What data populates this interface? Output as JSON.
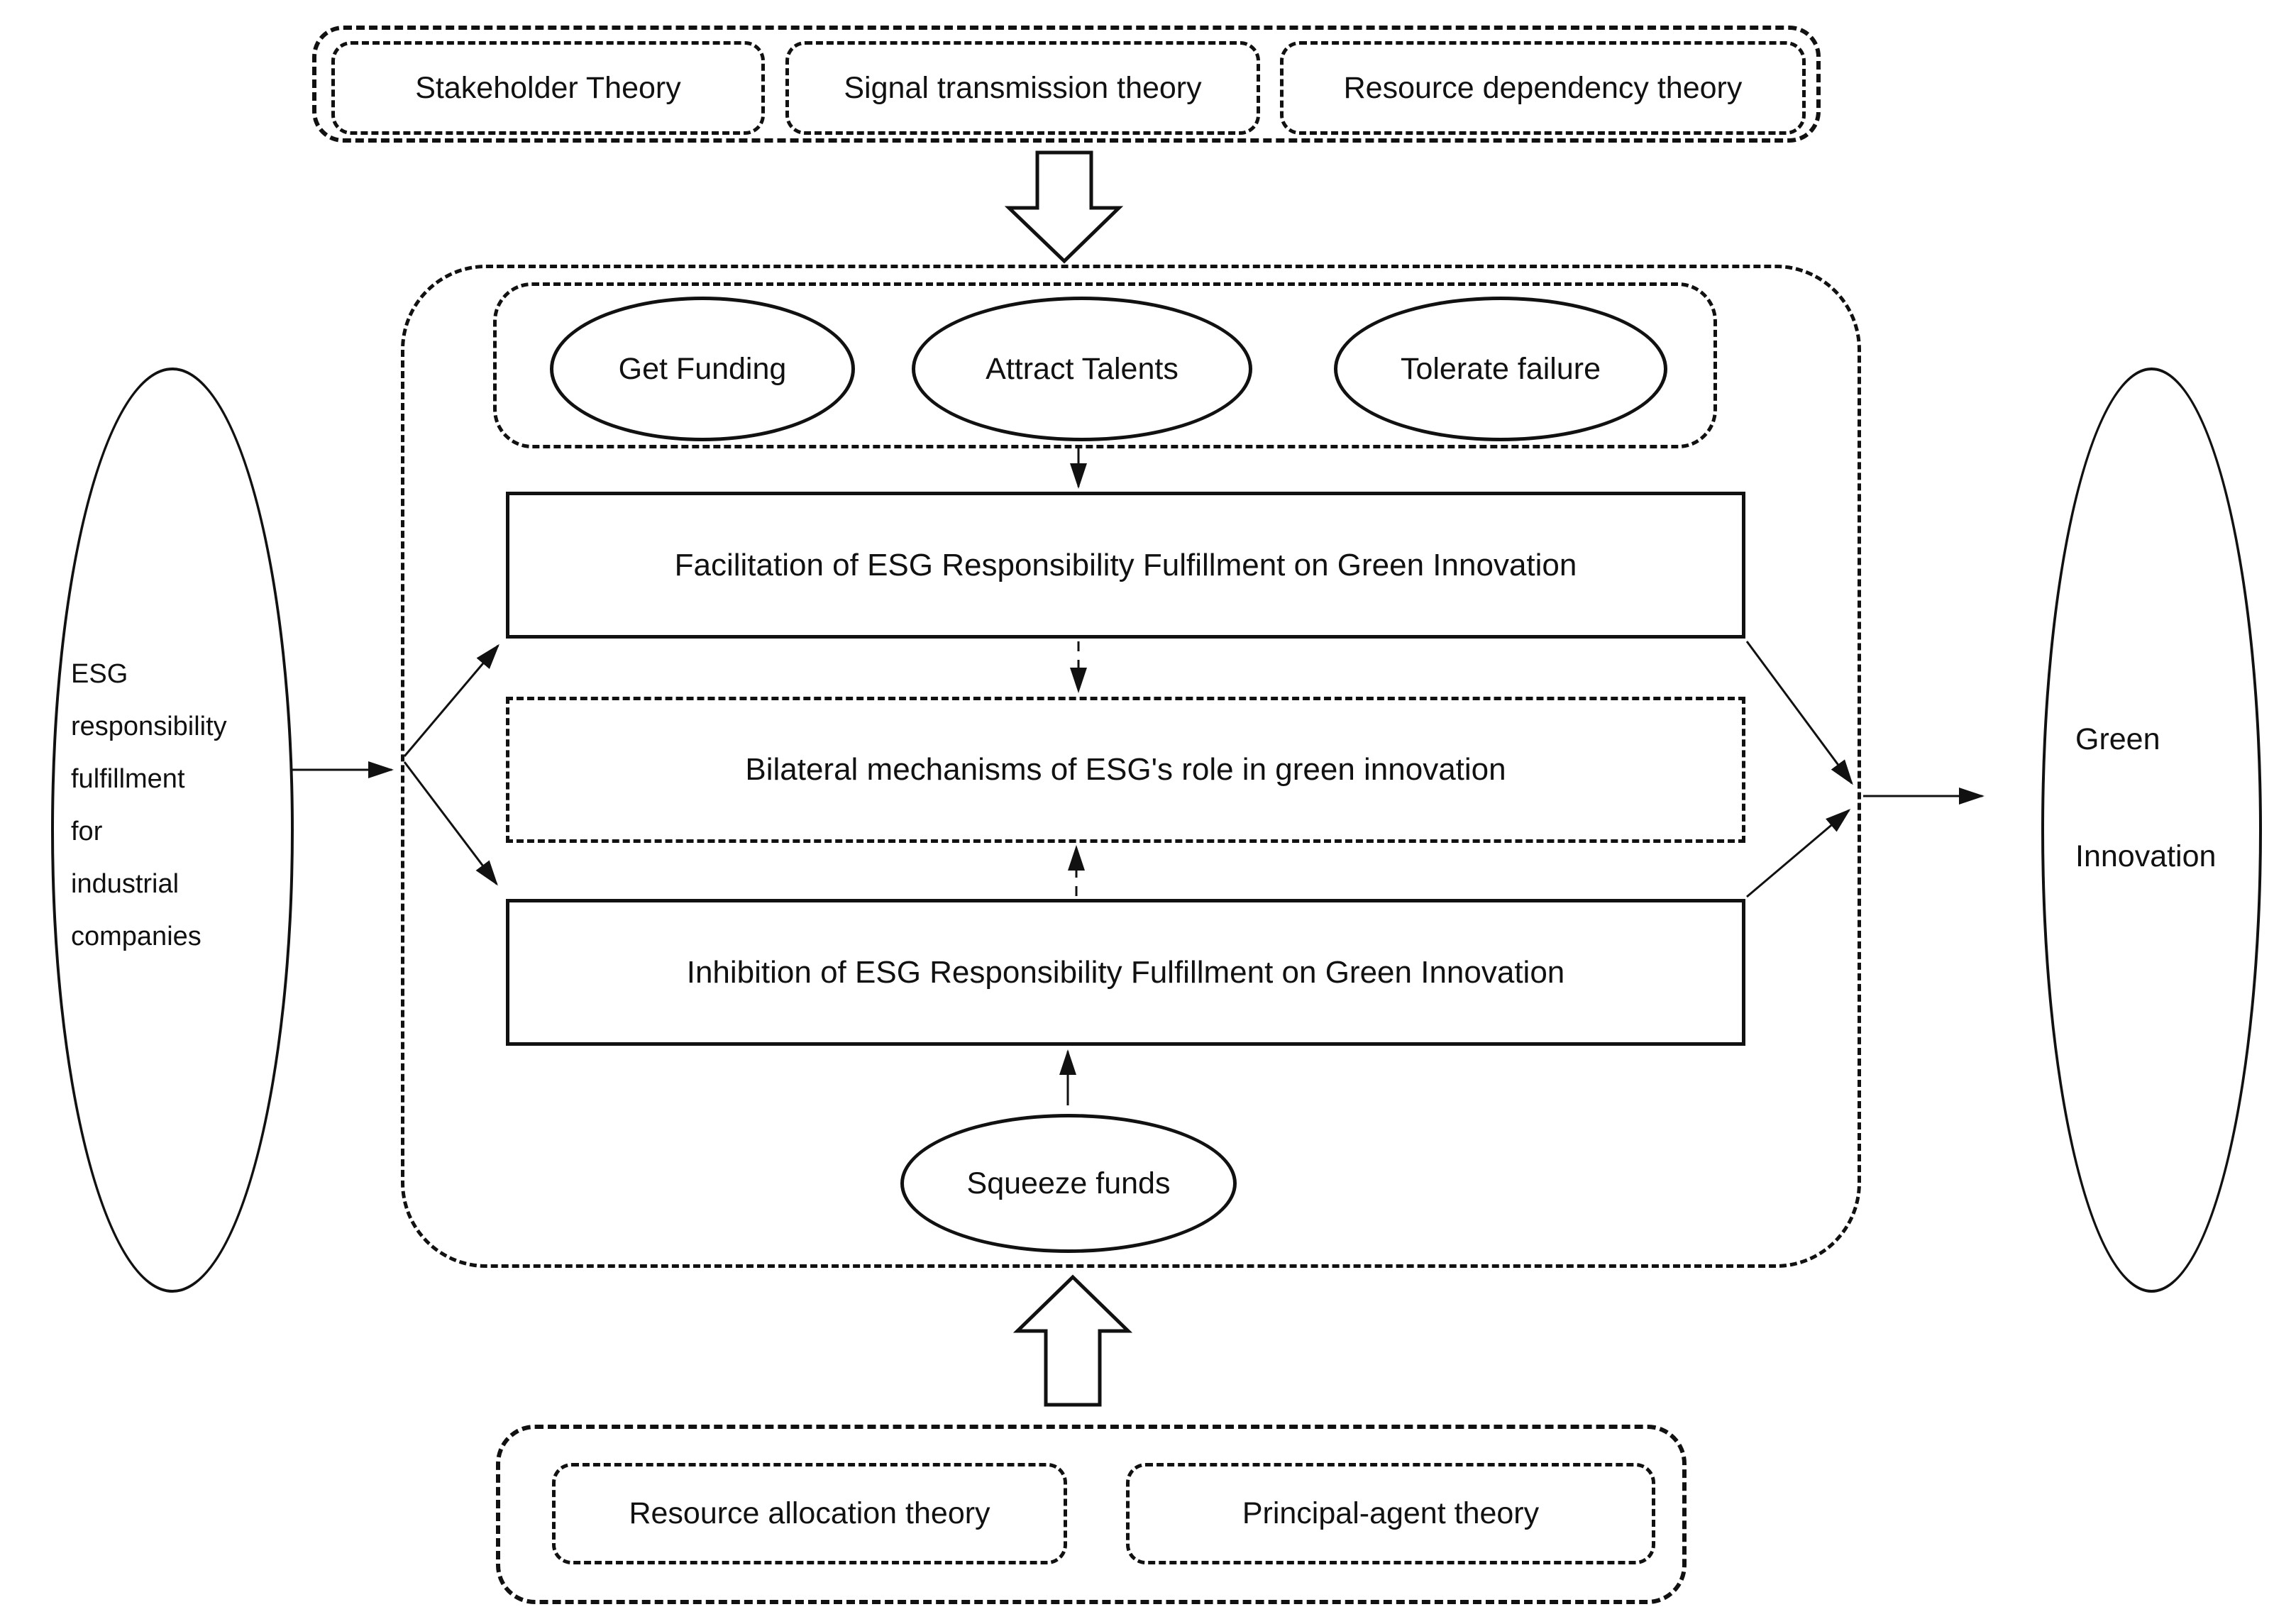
{
  "colors": {
    "ink": "#111111",
    "background": "#ffffff"
  },
  "top_theories": {
    "items": [
      "Stakeholder Theory",
      "Signal transmission theory",
      "Resource dependency theory"
    ]
  },
  "mechanisms_positive": [
    "Get Funding",
    "Attract Talents",
    "Tolerate failure"
  ],
  "effect_boxes": {
    "facilitation": "Facilitation of ESG Responsibility Fulfillment on Green Innovation",
    "bilateral": "Bilateral mechanisms of ESG's role in green innovation",
    "inhibition": "Inhibition of ESG Responsibility Fulfillment on Green Innovation"
  },
  "mechanism_negative": "Squeeze funds",
  "bottom_theories": {
    "items": [
      "Resource allocation theory",
      "Principal-agent theory"
    ]
  },
  "left_ellipse": {
    "lines": [
      "ESG",
      "responsibility",
      "fulfillment",
      "for",
      "industrial",
      "companies"
    ]
  },
  "right_ellipse": {
    "lines": [
      "Green",
      "Innovation"
    ]
  }
}
